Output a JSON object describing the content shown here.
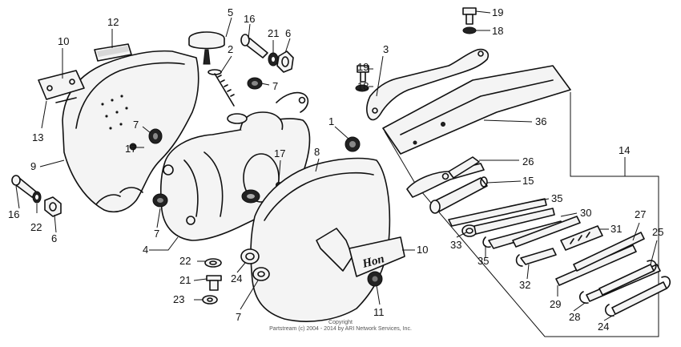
{
  "callouts": [
    "1",
    "2",
    "3",
    "4",
    "5",
    "6",
    "6",
    "7",
    "7",
    "7",
    "7",
    "8",
    "9",
    "10",
    "10",
    "11",
    "12",
    "13",
    "14",
    "15",
    "16",
    "16",
    "17",
    "17",
    "18",
    "18",
    "19",
    "19",
    "20",
    "21",
    "21",
    "22",
    "22",
    "23",
    "24",
    "25",
    "26",
    "27",
    "28",
    "29",
    "30",
    "31",
    "32",
    "33",
    "35",
    "35",
    "36"
  ],
  "copyright": {
    "line1": "Copyright",
    "line2": "Partstream (c) 2004 - 2014 by ARI Network Services, Inc."
  },
  "emblem_text": "Hon"
}
